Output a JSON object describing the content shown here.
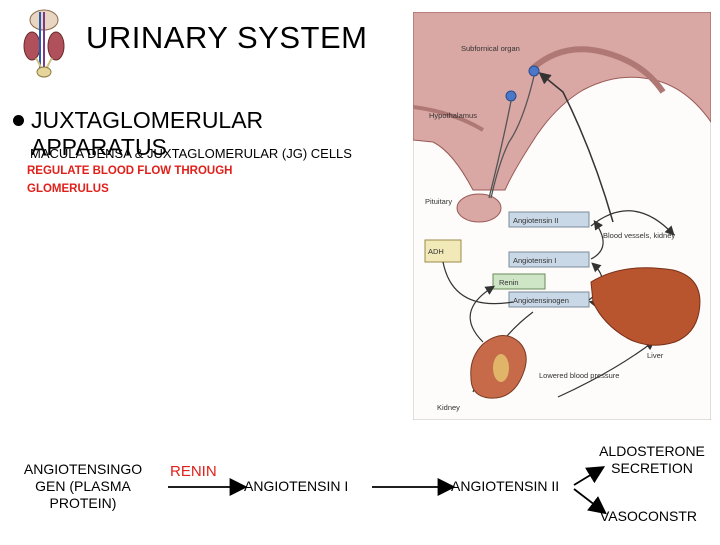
{
  "header": {
    "title": "URINARY SYSTEM",
    "heading_line1": "JUXTAGLOMERULAR",
    "heading_line2": "APPARATUS",
    "cells_text": "MACULA DENSA & JUXTAGLOMERULAR (JG) CELLS",
    "regulate_line1": "REGULATE BLOOD FLOW THROUGH",
    "regulate_line2": "GLOMERULUS"
  },
  "diagram": {
    "subfornical": "Subfornical organ",
    "hypothalamus": "Hypothalamus",
    "pituitary": "Pituitary",
    "adh": "ADH",
    "angiotensin2": "Angiotensin II",
    "angiotensin1": "Angiotensin I",
    "renin": "Renin",
    "angiotensinogen": "Angiotensinogen",
    "blood_vessels": "Blood vessels, kidney",
    "liver": "Liver",
    "lowered_bp": "Lowered blood pressure",
    "kidney": "Kidney"
  },
  "flow": {
    "angiotensinogen": "ANGIOTENSINGO GEN (PLASMA PROTEIN)",
    "renin": "RENIN",
    "angiotensin1": "ANGIOTENSIN I",
    "angiotensin2": "ANGIOTENSIN II",
    "aldosterone": "ALDOSTERONE SECRETION",
    "vasoconstr": "VASOCONSTR"
  },
  "colors": {
    "accent_red": "#e0201a",
    "label_box": "#c9d8e6",
    "adh_box": "#f2e9b8",
    "renin_box": "#cfe6c6",
    "liver": "#b8552f",
    "brain": "#d9a7a4"
  }
}
